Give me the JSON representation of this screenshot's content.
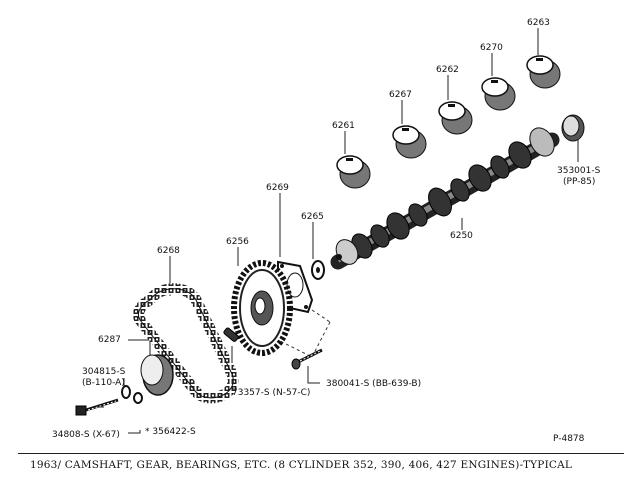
{
  "parts": [
    {
      "id": "6263",
      "label": "6263"
    },
    {
      "id": "6270",
      "label": "6270"
    },
    {
      "id": "6262",
      "label": "6262"
    },
    {
      "id": "6267",
      "label": "6267"
    },
    {
      "id": "6261",
      "label": "6261"
    },
    {
      "id": "353001",
      "label": "353001-S",
      "sub": "(PP-85)"
    },
    {
      "id": "6269",
      "label": "6269"
    },
    {
      "id": "6265",
      "label": "6265"
    },
    {
      "id": "6250",
      "label": "6250"
    },
    {
      "id": "6256",
      "label": "6256"
    },
    {
      "id": "6268",
      "label": "6268"
    },
    {
      "id": "6287",
      "label": "6287"
    },
    {
      "id": "304815",
      "label": "304815-S",
      "sub": "(B-110-A)"
    },
    {
      "id": "73357",
      "label": "73357-S (N-57-C)"
    },
    {
      "id": "380041",
      "label": "380041-S (BB-639-B)"
    },
    {
      "id": "356422",
      "label": "* 356422-S"
    },
    {
      "id": "34808",
      "label": "34808-S (X-67)"
    }
  ],
  "plate_number": "P-4878",
  "caption": "1963/ CAMSHAFT, GEAR, BEARINGS, ETC. (8 CYLINDER 352, 390, 406, 427 ENGINES)-TYPICAL"
}
